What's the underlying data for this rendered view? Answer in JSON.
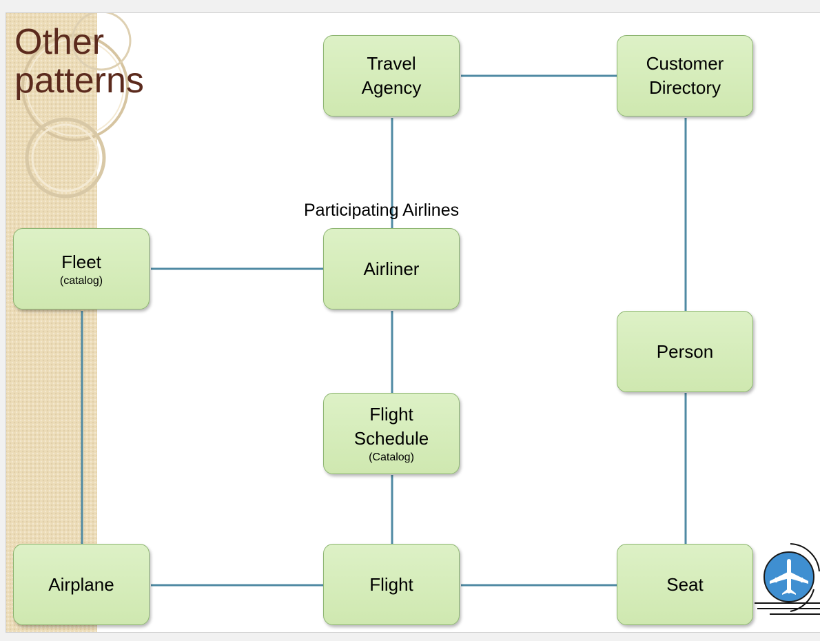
{
  "slide": {
    "title": "Other\npatterns"
  },
  "diagram": {
    "nodes": {
      "travel_agency": {
        "label": "Travel\nAgency",
        "sub": ""
      },
      "customer_directory": {
        "label": "Customer\nDirectory",
        "sub": ""
      },
      "fleet": {
        "label": "Fleet",
        "sub": "(catalog)"
      },
      "airliner": {
        "label": "Airliner",
        "sub": ""
      },
      "person": {
        "label": "Person",
        "sub": ""
      },
      "flight_schedule": {
        "label": "Flight\nSchedule",
        "sub": "(Catalog)"
      },
      "airplane": {
        "label": "Airplane",
        "sub": ""
      },
      "flight": {
        "label": "Flight",
        "sub": ""
      },
      "seat": {
        "label": "Seat",
        "sub": ""
      }
    },
    "edge_label": "Participating Airlines",
    "edges": [
      [
        "travel_agency",
        "customer_directory"
      ],
      [
        "travel_agency",
        "airliner"
      ],
      [
        "customer_directory",
        "person"
      ],
      [
        "fleet",
        "airliner"
      ],
      [
        "fleet",
        "airplane"
      ],
      [
        "airliner",
        "flight_schedule"
      ],
      [
        "flight_schedule",
        "flight"
      ],
      [
        "person",
        "seat"
      ],
      [
        "airplane",
        "flight"
      ],
      [
        "flight",
        "seat"
      ]
    ],
    "colors": {
      "node_fill": "#d7eec0",
      "node_border": "#8db571",
      "connector": "#4f8aa3",
      "title": "#5b2a1d",
      "sidebar": "#ecdcb8",
      "logo": "#3f8fd1"
    }
  },
  "icons": {
    "plane_logo": "airplane-icon"
  }
}
